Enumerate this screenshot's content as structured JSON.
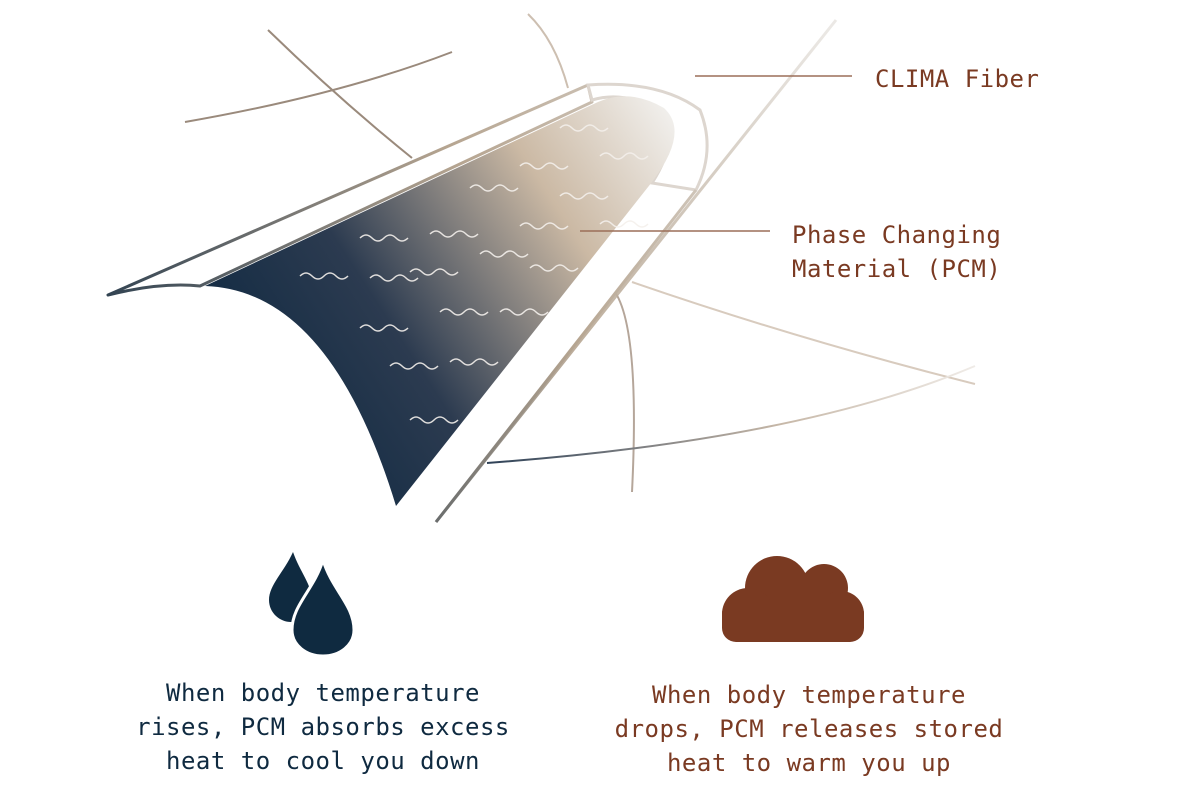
{
  "callouts": {
    "fiber": "CLIMA Fiber",
    "pcm": [
      "Phase Changing",
      "Material (PCM)"
    ]
  },
  "captions": {
    "cool": [
      "When body temperature",
      "rises, PCM absorbs excess",
      "heat to cool you down"
    ],
    "warm": [
      "When body temperature",
      "drops, PCM releases stored",
      "heat to warm you up"
    ]
  },
  "icons": {
    "cool": "water-drops-icon",
    "warm": "cloud-icon"
  },
  "colors": {
    "navy": "#0f2a40",
    "rust": "#7a3a22",
    "sand": "#c9b49c"
  }
}
